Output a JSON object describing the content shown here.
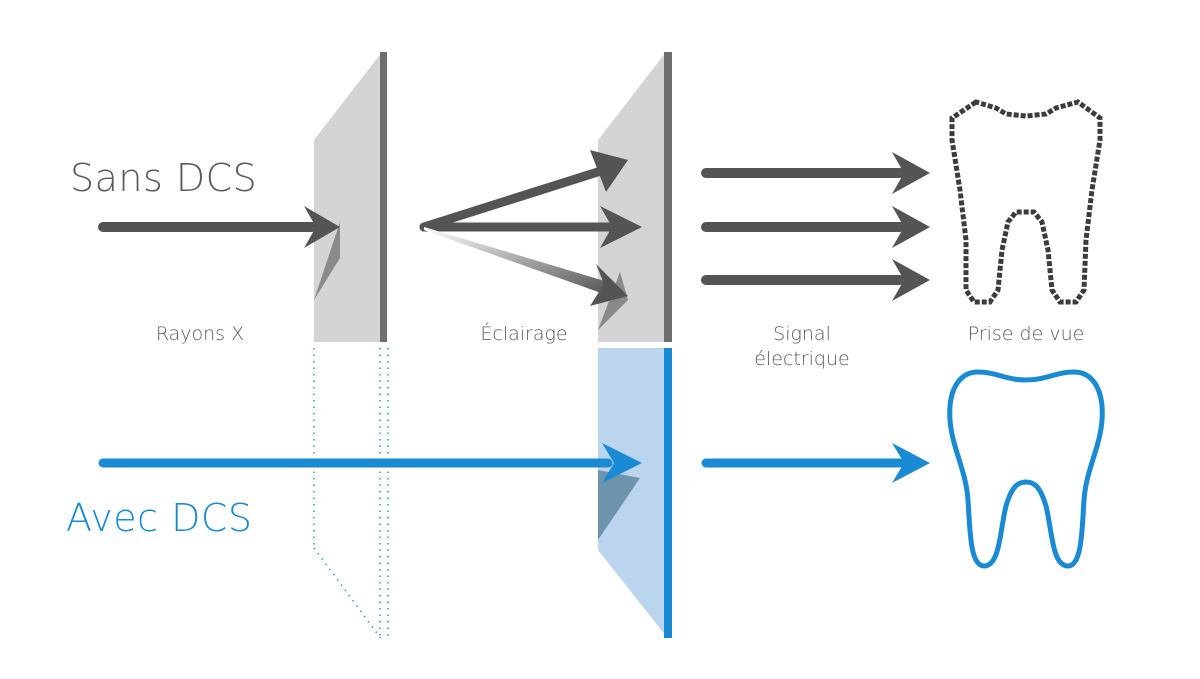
{
  "rows": {
    "without": {
      "title": "Sans DCS"
    },
    "with": {
      "title": "Avec DCS"
    }
  },
  "stages": {
    "xray": "Rayons X",
    "lighting": "Éclairage",
    "signal_line1": "Signal",
    "signal_line2": "électrique",
    "capture": "Prise de vue"
  },
  "colors": {
    "gray_text": "#5a5a5a",
    "arrow_gray": "#545454",
    "panel_gray": "#d4d4d6",
    "bar_gray": "#6e6e6e",
    "blue": "#1a8ad4",
    "panel_blue": "#bcd5ee"
  },
  "icons": {
    "tooth_pixelated": "tooth-icon",
    "tooth_smooth": "tooth-icon"
  }
}
